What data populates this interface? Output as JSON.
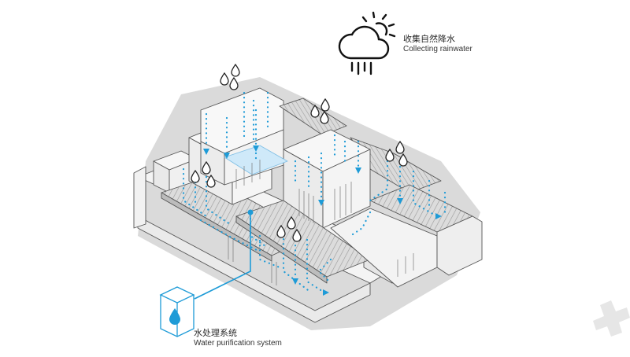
{
  "labels": {
    "rain_cn": "收集自然降水",
    "rain_en": "Collecting rainwater",
    "treatment_cn": "水处理系统",
    "treatment_en": "Water purification system"
  },
  "colors": {
    "accent": "#1e9bd7",
    "pool": "#cfe9f9",
    "line": "#555555",
    "shadow": "#d0d0d0",
    "roof": "#c9c9c9"
  },
  "icons": {
    "weather": "cloud-sun-rain-icon",
    "drop": "water-drop-icon",
    "treatment": "water-treatment-cube-icon",
    "watermark": "plus-watermark-icon"
  }
}
